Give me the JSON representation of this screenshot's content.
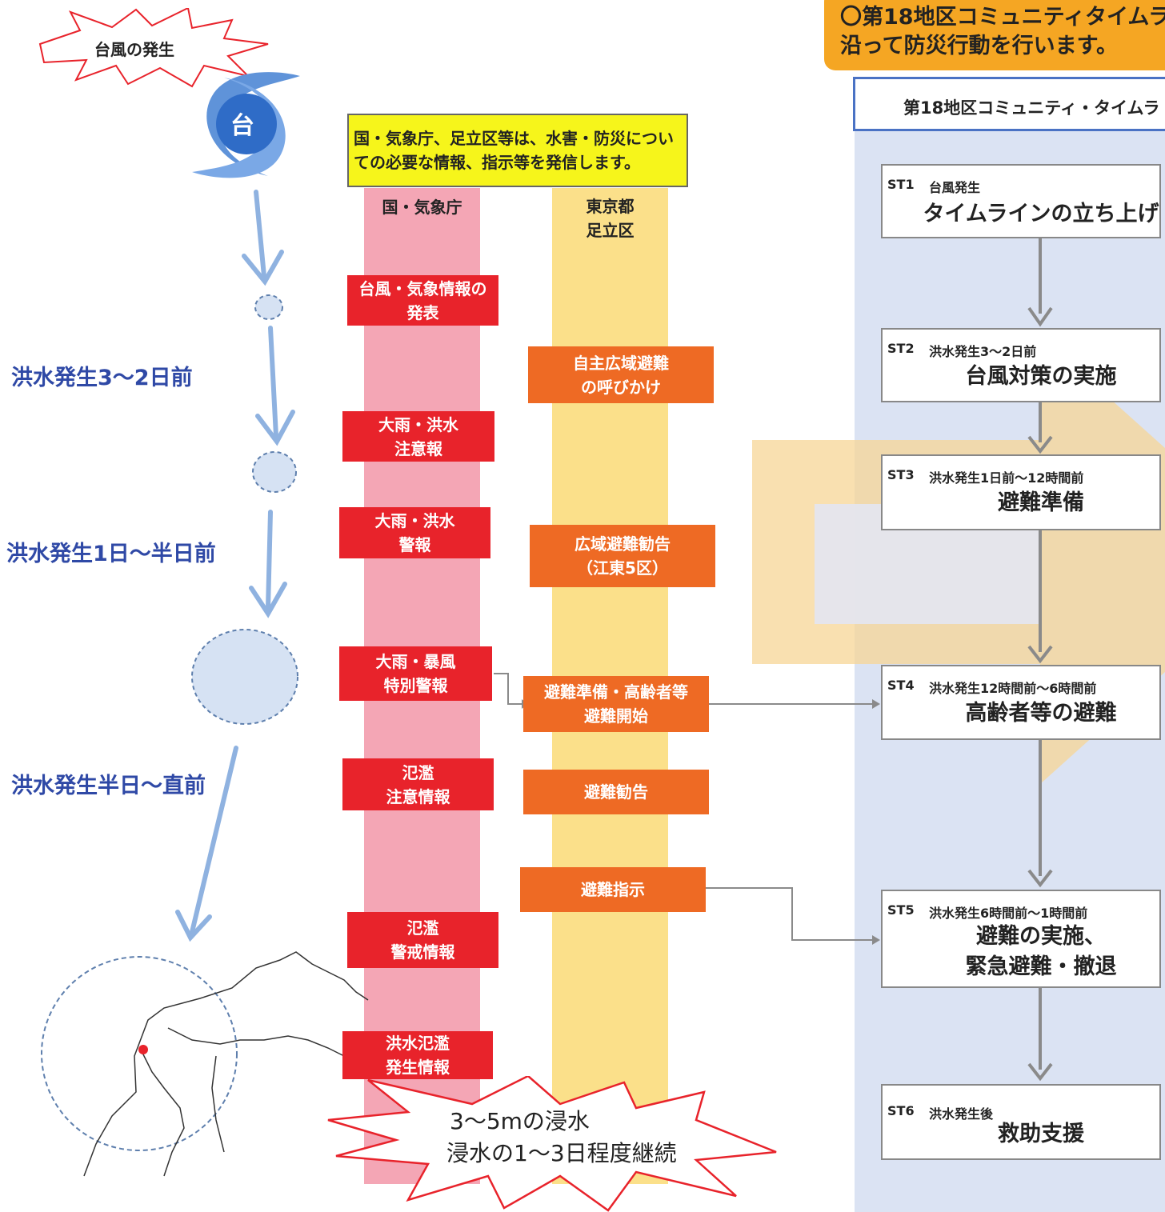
{
  "typhoon": {
    "burst_label": "台風の発生",
    "icon_label": "台"
  },
  "notice": {
    "text": "国・気象庁、足立区等は、水害・防災についての必要な情報、指示等を発信します。"
  },
  "columns": {
    "national": "国・気象庁",
    "tokyo": "東京都\n足立区"
  },
  "phases": [
    "洪水発生3～2日前",
    "洪水発生1日～半日前",
    "洪水発生半日～直前"
  ],
  "national_items": [
    "台風・気象情報の\n発表",
    "大雨・洪水\n注意報",
    "大雨・洪水\n警報",
    "大雨・暴風\n特別警報",
    "氾濫\n注意情報",
    "氾濫\n警戒情報",
    "洪水氾濫\n発生情報"
  ],
  "tokyo_items": [
    "自主広域避難\nの呼びかけ",
    "広域避難勧告\n（江東5区）",
    "避難準備・高齢者等\n避難開始",
    "避難勧告",
    "避難指示"
  ],
  "flood_burst": {
    "line1": "3～5mの浸水",
    "line2": "浸水の1～3日程度継続"
  },
  "community": {
    "header": "〇第18地区コミュニティタイムラ\n沿って防災行動を行います。",
    "title": "第18地区コミュニティ・タイムラ",
    "steps": [
      {
        "code": "ST1",
        "sub": "台風発生",
        "main": "タイムラインの立ち上げ"
      },
      {
        "code": "ST2",
        "sub": "洪水発生3～2日前",
        "main": "台風対策の実施"
      },
      {
        "code": "ST3",
        "sub": "洪水発生1日前～12時間前",
        "main": "避難準備"
      },
      {
        "code": "ST4",
        "sub": "洪水発生12時間前～6時間前",
        "main": "高齢者等の避難"
      },
      {
        "code": "ST5",
        "sub": "洪水発生6時間前～1時間前",
        "main": "避難の実施、\n緊急避難・撤退"
      },
      {
        "code": "ST6",
        "sub": "洪水発生後",
        "main": "救助支援"
      }
    ]
  },
  "colors": {
    "national_band": "#f4a6b5",
    "tokyo_band": "#fbe08a",
    "red_box": "#e8232b",
    "orange_box": "#ee6a24",
    "phase_text": "#2f49a6",
    "timeline_bg": "#dbe3f3",
    "header_bg": "#f5a623"
  }
}
